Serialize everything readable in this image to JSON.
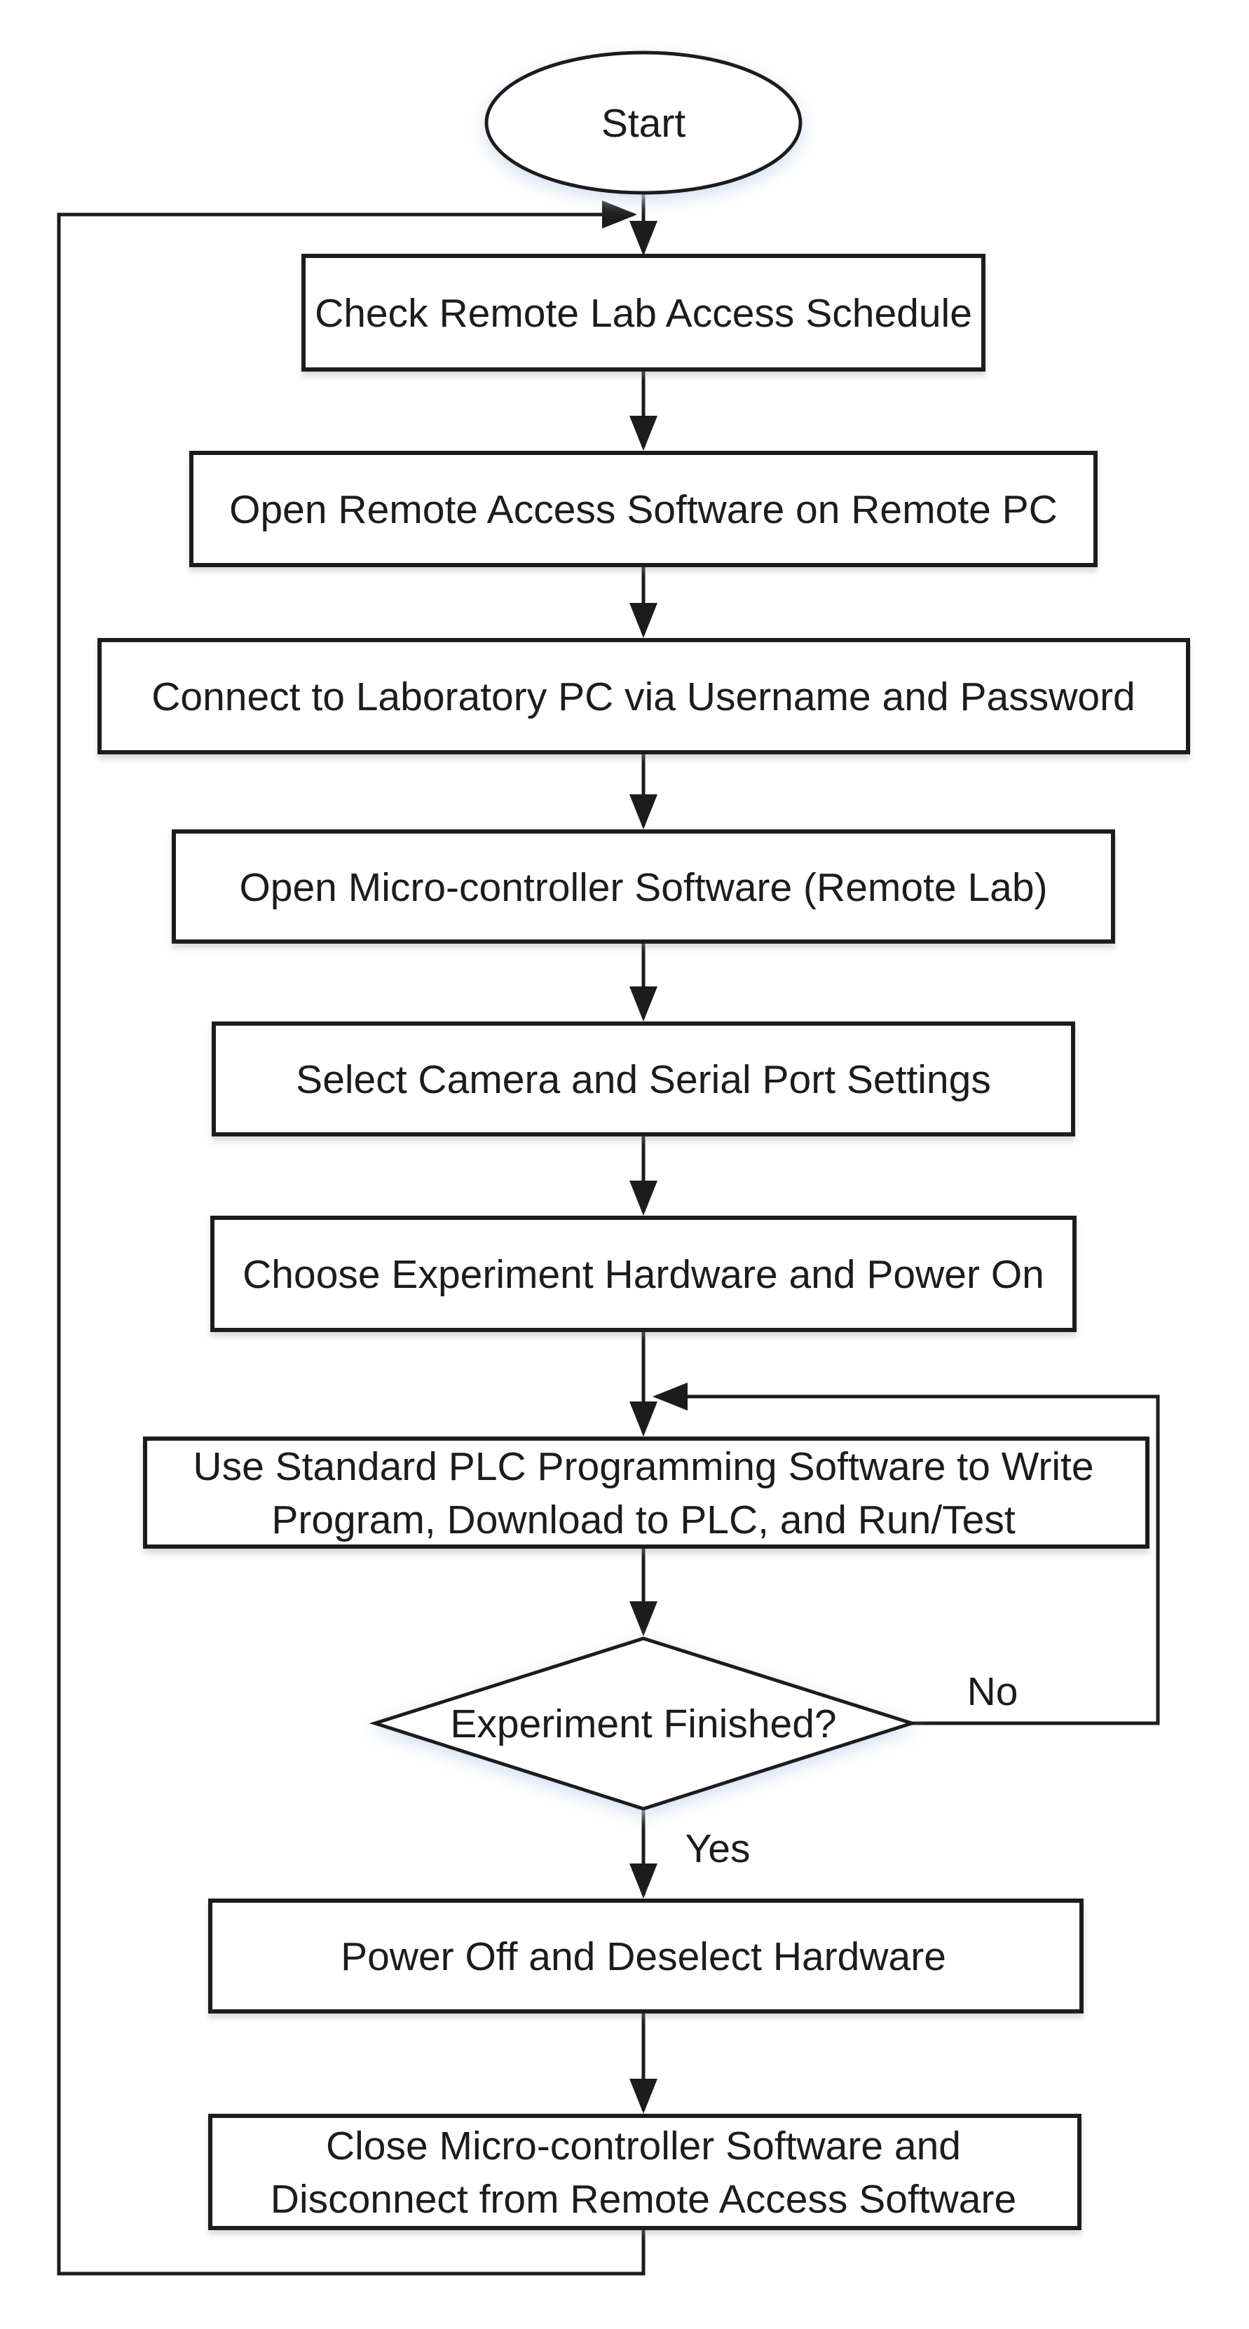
{
  "diagram": {
    "type": "flowchart",
    "colors": {
      "background": "#ffffff",
      "stroke": "#1c1c1c",
      "text": "#1c1c1c",
      "glow": "#cfdcf0"
    },
    "nodes": {
      "start": {
        "shape": "terminator",
        "label": "Start"
      },
      "check_schedule": {
        "shape": "process",
        "label": "Check Remote Lab Access Schedule"
      },
      "open_remote_access": {
        "shape": "process",
        "label": "Open Remote Access Software on Remote PC"
      },
      "connect_lab_pc": {
        "shape": "process",
        "label": "Connect to Laboratory PC via Username and Password"
      },
      "open_micro_software": {
        "shape": "process",
        "label": "Open Micro-controller Software (Remote Lab)"
      },
      "select_camera_serial": {
        "shape": "process",
        "label": "Select Camera and Serial Port Settings"
      },
      "choose_hardware": {
        "shape": "process",
        "label": "Choose Experiment Hardware and Power On"
      },
      "plc_program": {
        "shape": "process",
        "label_line1": "Use Standard PLC Programming Software to Write",
        "label_line2": "Program, Download to PLC, and Run/Test"
      },
      "experiment_finished": {
        "shape": "decision",
        "label": "Experiment Finished?"
      },
      "power_off": {
        "shape": "process",
        "label": "Power Off and Deselect Hardware"
      },
      "close_disconnect": {
        "shape": "process",
        "label_line1": "Close Micro-controller Software and",
        "label_line2": "Disconnect from Remote Access Software"
      }
    },
    "edge_labels": {
      "no": "No",
      "yes": "Yes"
    }
  }
}
